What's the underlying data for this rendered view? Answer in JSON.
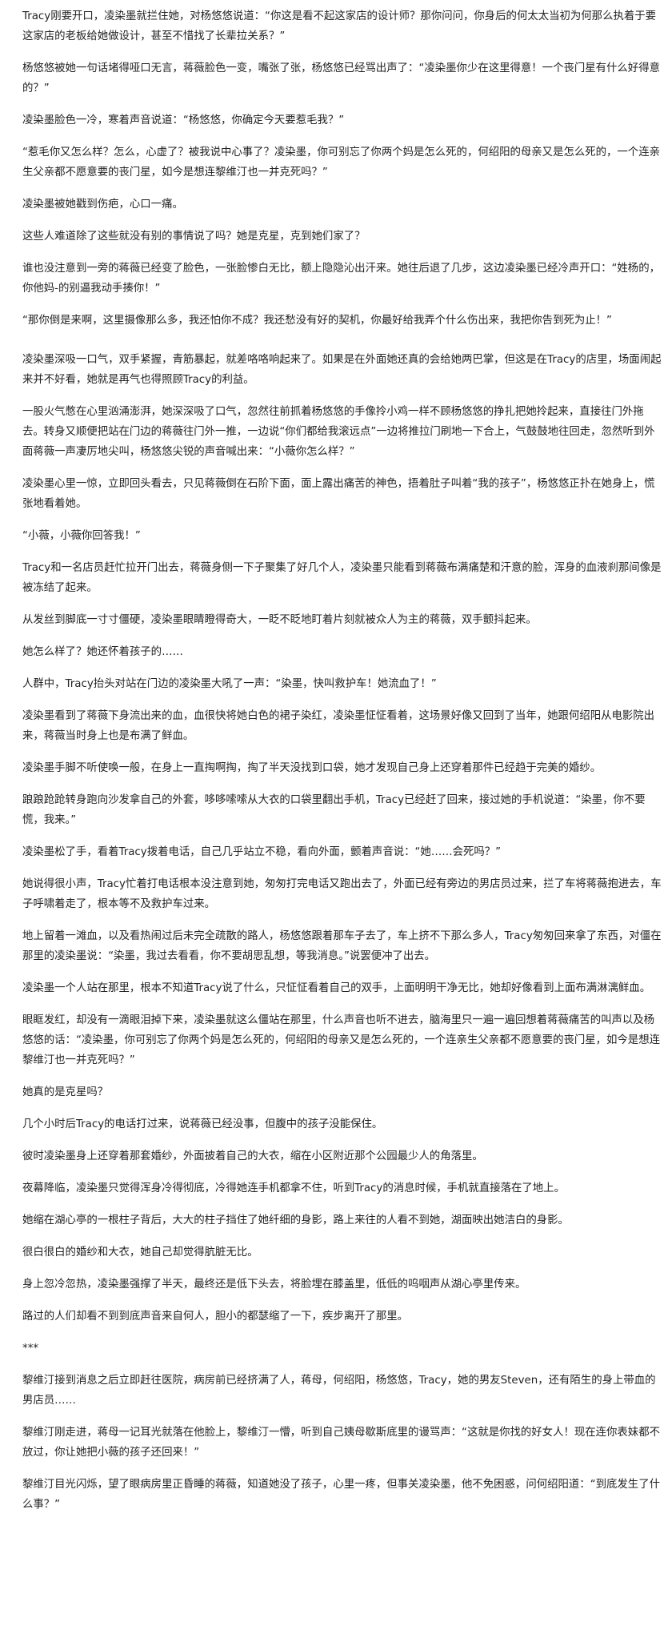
{
  "paragraphs": [
    "Tracy刚要开口，凌染墨就拦住她，对杨悠悠说道：“你这是看不起这家店的设计师？那你问问，你身后的何太太当初为何那么执着于要这家店的老板给她做设计，甚至不惜找了长辈拉关系？”",
    "杨悠悠被她一句话堵得哑口无言，蒋薇脸色一变，嘴张了张，杨悠悠已经骂出声了：“凌染墨你少在这里得意！一个丧门星有什么好得意的？”",
    "凌染墨脸色一冷，寒着声音说道：“杨悠悠，你确定今天要惹毛我？”",
    "“惹毛你又怎么样？怎么，心虚了？被我说中心事了？凌染墨，你可别忘了你两个妈是怎么死的，何绍阳的母亲又是怎么死的，一个连亲生父亲都不愿意要的丧门星，如今是想连黎维汀也一并克死吗？”",
    "凌染墨被她戳到伤疤，心口一痛。",
    "这些人难道除了这些就没有别的事情说了吗？她是克星，克到她们家了？",
    "谁也没注意到一旁的蒋薇已经变了脸色，一张脸惨白无比，额上隐隐沁出汗来。她往后退了几步，这边凌染墨已经冷声开口：“姓杨的，你他妈-的别逼我动手揍你！”",
    "“那你倒是来啊，这里摄像那么多，我还怕你不成？我还愁没有好的契机，你最好给我弄个什么伤出来，我把你告到死为止！”",
    "凌染墨深吸一口气，双手紧握，青筋暴起，就差咯咯响起来了。如果是在外面她还真的会给她两巴掌，但这是在Tracy的店里，场面闹起来并不好看，她就是再气也得照顾Tracy的利益。",
    "一股火气憋在心里汹涌澎湃，她深深吸了口气，忽然往前抓着杨悠悠的手像拎小鸡一样不顾杨悠悠的挣扎把她拎起来，直接往门外拖去。转身又顺便把站在门边的蒋薇往门外一推，一边说“你们都给我滚远点”一边将推拉门刷地一下合上，气鼓鼓地往回走，忽然听到外面蒋薇一声凄厉地尖叫，杨悠悠尖锐的声音喊出来：“小薇你怎么样？”",
    "凌染墨心里一惊，立即回头看去，只见蒋薇倒在石阶下面，面上露出痛苦的神色，捂着肚子叫着“我的孩子”，杨悠悠正扑在她身上，慌张地看着她。",
    "“小薇，小薇你回答我！”",
    "Tracy和一名店员赶忙拉开门出去，蒋薇身侧一下子聚集了好几个人，凌染墨只能看到蒋薇布满痛楚和汗意的脸，浑身的血液刹那间像是被冻结了起来。",
    "从发丝到脚底一寸寸僵硬，凌染墨眼睛瞪得奇大，一眨不眨地盯着片刻就被众人为主的蒋薇，双手颤抖起来。",
    "她怎么样了？她还怀着孩子的……",
    "人群中，Tracy抬头对站在门边的凌染墨大吼了一声：“染墨，快叫救护车！她流血了！”",
    "凌染墨看到了蒋薇下身流出来的血，血很快将她白色的裙子染红，凌染墨怔怔看着，这场景好像又回到了当年，她跟何绍阳从电影院出来，蒋薇当时身上也是布满了鲜血。",
    "凌染墨手脚不听使唤一般，在身上一直掏啊掏，掏了半天没找到口袋，她才发现自己身上还穿着那件已经趋于完美的婚纱。",
    "踉踉跄跄转身跑向沙发拿自己的外套，哆哆嗦嗦从大衣的口袋里翻出手机，Tracy已经赶了回来，接过她的手机说道：“染墨，你不要慌，我来。”",
    "凌染墨松了手，看着Tracy拨着电话，自己几乎站立不稳，看向外面，颤着声音说：“她……会死吗？”",
    "她说得很小声，Tracy忙着打电话根本没注意到她，匆匆打完电话又跑出去了，外面已经有旁边的男店员过来，拦了车将蒋薇抱进去，车子呼啸着走了，根本等不及救护车过来。",
    "地上留着一滩血，以及看热闹过后未完全疏散的路人，杨悠悠跟着那车子去了，车上挤不下那么多人，Tracy匆匆回来拿了东西，对僵在那里的凌染墨说：“染墨，我过去看看，你不要胡思乱想，等我消息。”说罢便冲了出去。",
    "凌染墨一个人站在那里，根本不知道Tracy说了什么，只怔怔看着自己的双手，上面明明干净无比，她却好像看到上面布满淋漓鲜血。",
    "眼眶发红，却没有一滴眼泪掉下来，凌染墨就这么僵站在那里，什么声音也听不进去，脑海里只一遍一遍回想着蒋薇痛苦的叫声以及杨悠悠的话：“凌染墨，你可别忘了你两个妈是怎么死的，何绍阳的母亲又是怎么死的，一个连亲生父亲都不愿意要的丧门星，如今是想连黎维汀也一并克死吗？”",
    "她真的是克星吗？",
    "几个小时后Tracy的电话打过来，说蒋薇已经没事，但腹中的孩子没能保住。",
    "彼时凌染墨身上还穿着那套婚纱，外面披着自己的大衣，缩在小区附近那个公园最少人的角落里。",
    "夜幕降临，凌染墨只觉得浑身冷得彻底，冷得她连手机都拿不住，听到Tracy的消息时候，手机就直接落在了地上。",
    "她缩在湖心亭的一根柱子背后，大大的柱子挡住了她纤细的身影，路上来往的人看不到她，湖面映出她洁白的身影。",
    "很白很白的婚纱和大衣，她自己却觉得肮脏无比。",
    "身上忽冷忽热，凌染墨强撑了半天，最终还是低下头去，将脸埋在膝盖里，低低的呜咽声从湖心亭里传来。",
    "路过的人们却看不到到底声音来自何人，胆小的都瑟缩了一下，疾步离开了那里。",
    "***",
    "黎维汀接到消息之后立即赶往医院，病房前已经挤满了人，蒋母，何绍阳，杨悠悠，Tracy，她的男友Steven，还有陌生的身上带血的男店员……",
    "黎维汀刚走进，蒋母一记耳光就落在他脸上，黎维汀一懵，听到自己姨母歇斯底里的谩骂声：“这就是你找的好女人！现在连你表妹都不放过，你让她把小薇的孩子还回来！”",
    "黎维汀目光闪烁，望了眼病房里正昏睡的蒋薇，知道她没了孩子，心里一疼，但事关凌染墨，他不免困惑，问何绍阳道：“到底发生了什么事？”"
  ]
}
